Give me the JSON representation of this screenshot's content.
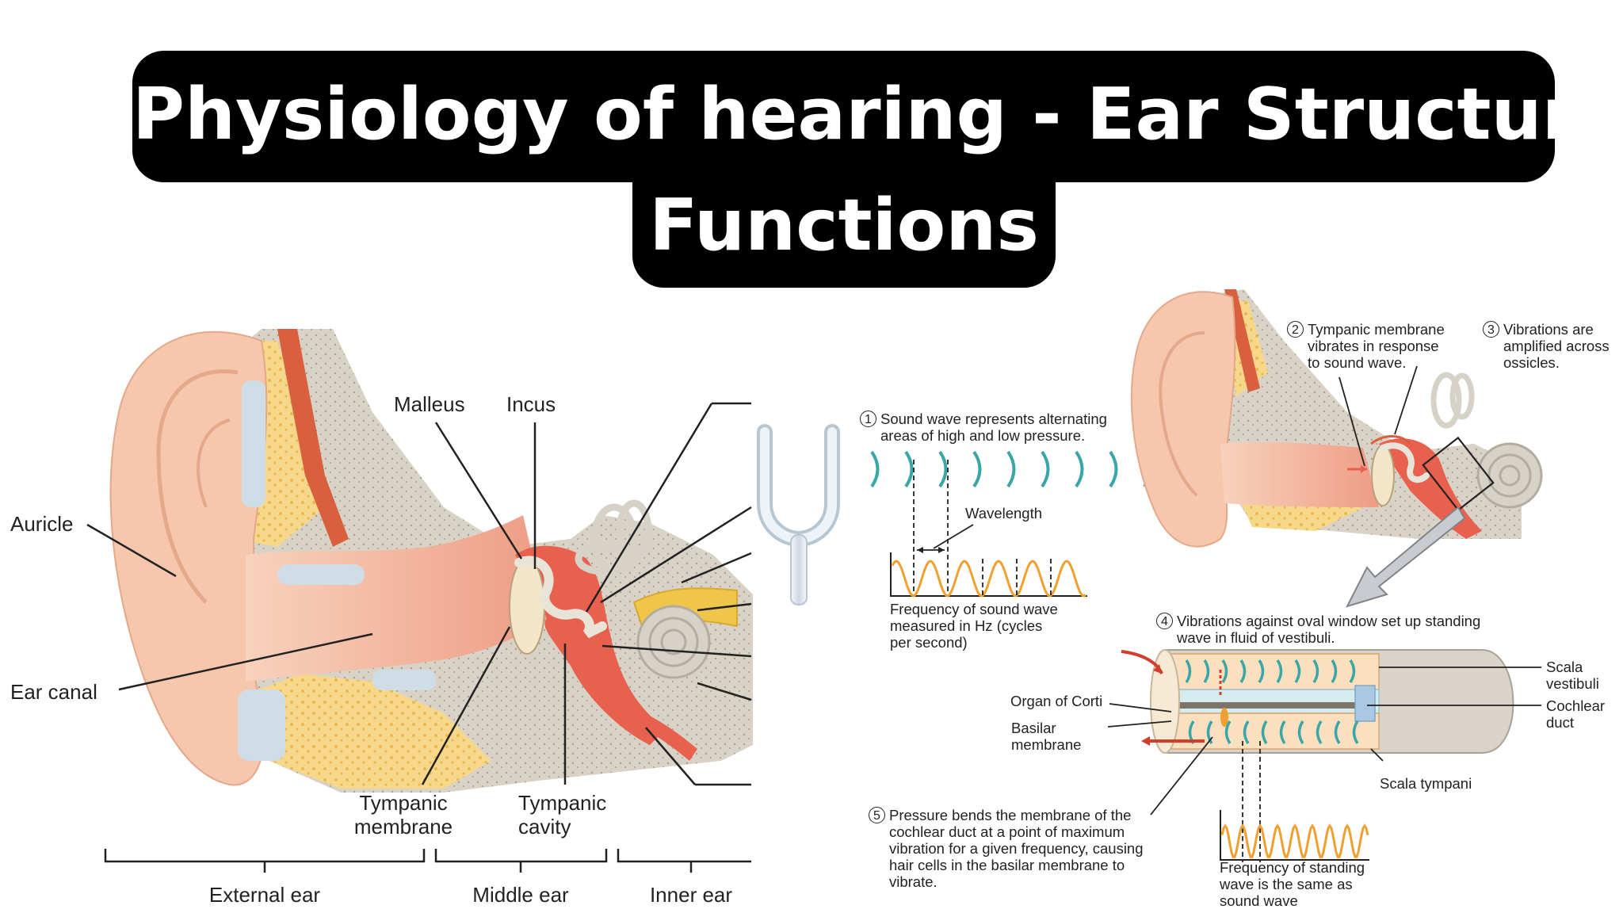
{
  "title": {
    "line1": "Physiology of hearing - Ear Structure,",
    "line2": "Functions"
  },
  "left_diagram": {
    "labels": {
      "auricle": "Auricle",
      "ear_canal": "Ear canal",
      "malleus": "Malleus",
      "incus": "Incus",
      "tympanic_membrane": "Tympanic\nmembrane",
      "tympanic_cavity": "Tympanic\ncavity"
    },
    "sections": {
      "external": "External ear",
      "middle": "Middle ear",
      "inner": "Inner ear"
    }
  },
  "right_diagram": {
    "steps": [
      {
        "num": "1",
        "text": "Sound wave represents alternating\nareas of high and low pressure."
      },
      {
        "num": "2",
        "text": "Tympanic membrane\nvibrates in response\nto sound wave."
      },
      {
        "num": "3",
        "text": "Vibrations are\namplified across\nossicles."
      },
      {
        "num": "4",
        "text": "Vibrations against oval window set up standing\nwave in fluid of vestibuli."
      },
      {
        "num": "5",
        "text": "Pressure bends the membrane of the\ncochlear duct at a point of maximum\nvibration for a given frequency, causing\nhair cells in the basilar membrane to\nvibrate."
      }
    ],
    "labels": {
      "wavelength": "Wavelength",
      "frequency_sound": "Frequency of sound wave\nmeasured in Hz (cycles\nper second)",
      "organ_of_corti": "Organ of Corti",
      "basilar_membrane": "Basilar\nmembrane",
      "scala_vestibuli": "Scala\nvestibuli",
      "cochlear_duct": "Cochlear\nduct",
      "scala_tympani": "Scala tympani",
      "frequency_standing": "Frequency of standing\nwave is the same as\nsound wave"
    }
  },
  "colors": {
    "title_bg": "#000000",
    "title_text": "#ffffff",
    "skin": "#f6c7ad",
    "bone": "#d8d1c4",
    "fat": "#f5d27a",
    "cavity": "#e8604e",
    "wave": "#3aa6a8",
    "nerve": "#f0c64a"
  }
}
